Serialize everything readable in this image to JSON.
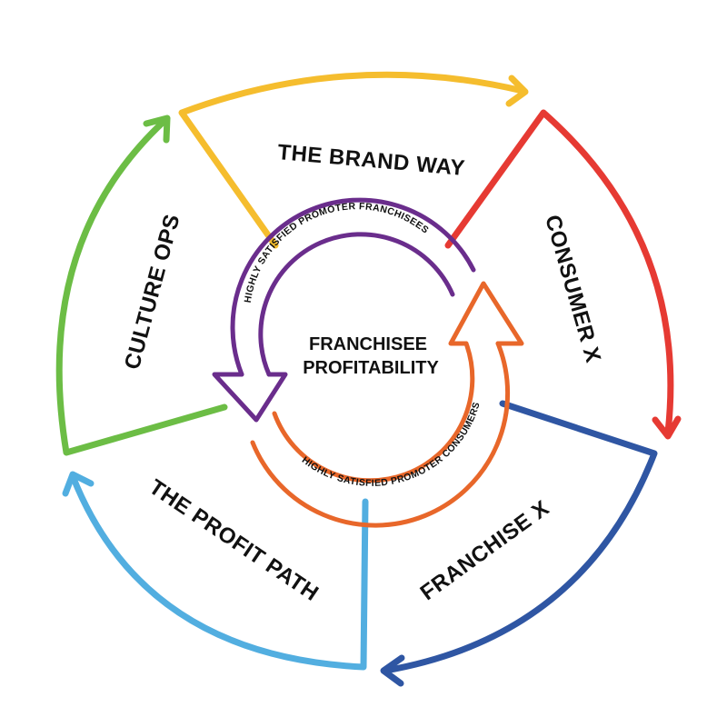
{
  "segments": {
    "brand_way": {
      "label": "THE BRAND WAY",
      "color": "#f5bd2e"
    },
    "consumer_x": {
      "label": "CONSUMER X",
      "color": "#e63a33"
    },
    "franchise_x": {
      "label": "FRANCHISE X",
      "color": "#2f56a3"
    },
    "profit_path": {
      "label": "THE PROFIT PATH",
      "color": "#52aee0"
    },
    "culture_ops": {
      "label": "CULTURE OPS",
      "color": "#6cbd45"
    }
  },
  "center": {
    "line1": "FRANCHISEE",
    "line2": "PROFITABILITY"
  },
  "inner_cycle": {
    "franchisees": {
      "label": "HIGHLY SATISFIED PROMOTER FRANCHISEES",
      "color": "#6a2d8c"
    },
    "consumers": {
      "label": "HIGHLY SATISFIED PROMOTER CONSUMERS",
      "color": "#e8672a"
    }
  }
}
